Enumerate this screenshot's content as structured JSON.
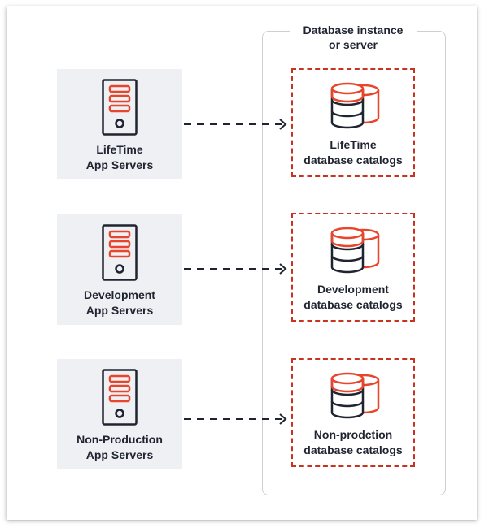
{
  "container": {
    "title": "Database instance\nor server"
  },
  "servers": [
    {
      "label": "LifeTime\nApp Servers"
    },
    {
      "label": "Development\nApp Servers"
    },
    {
      "label": "Non-Production\nApp Servers"
    }
  ],
  "catalogs": [
    {
      "label": "LifeTime\ndatabase catalogs"
    },
    {
      "label": "Development\ndatabase catalogs"
    },
    {
      "label": "Non-prodction\ndatabase catalogs"
    }
  ],
  "colors": {
    "accent": "#e8452c",
    "dashed_border": "#c8321e",
    "outline": "#1f2430",
    "server_bg": "#eef0f4"
  },
  "icons": {
    "server": "server-icon",
    "database": "database-icon",
    "arrow": "dashed-arrow"
  }
}
